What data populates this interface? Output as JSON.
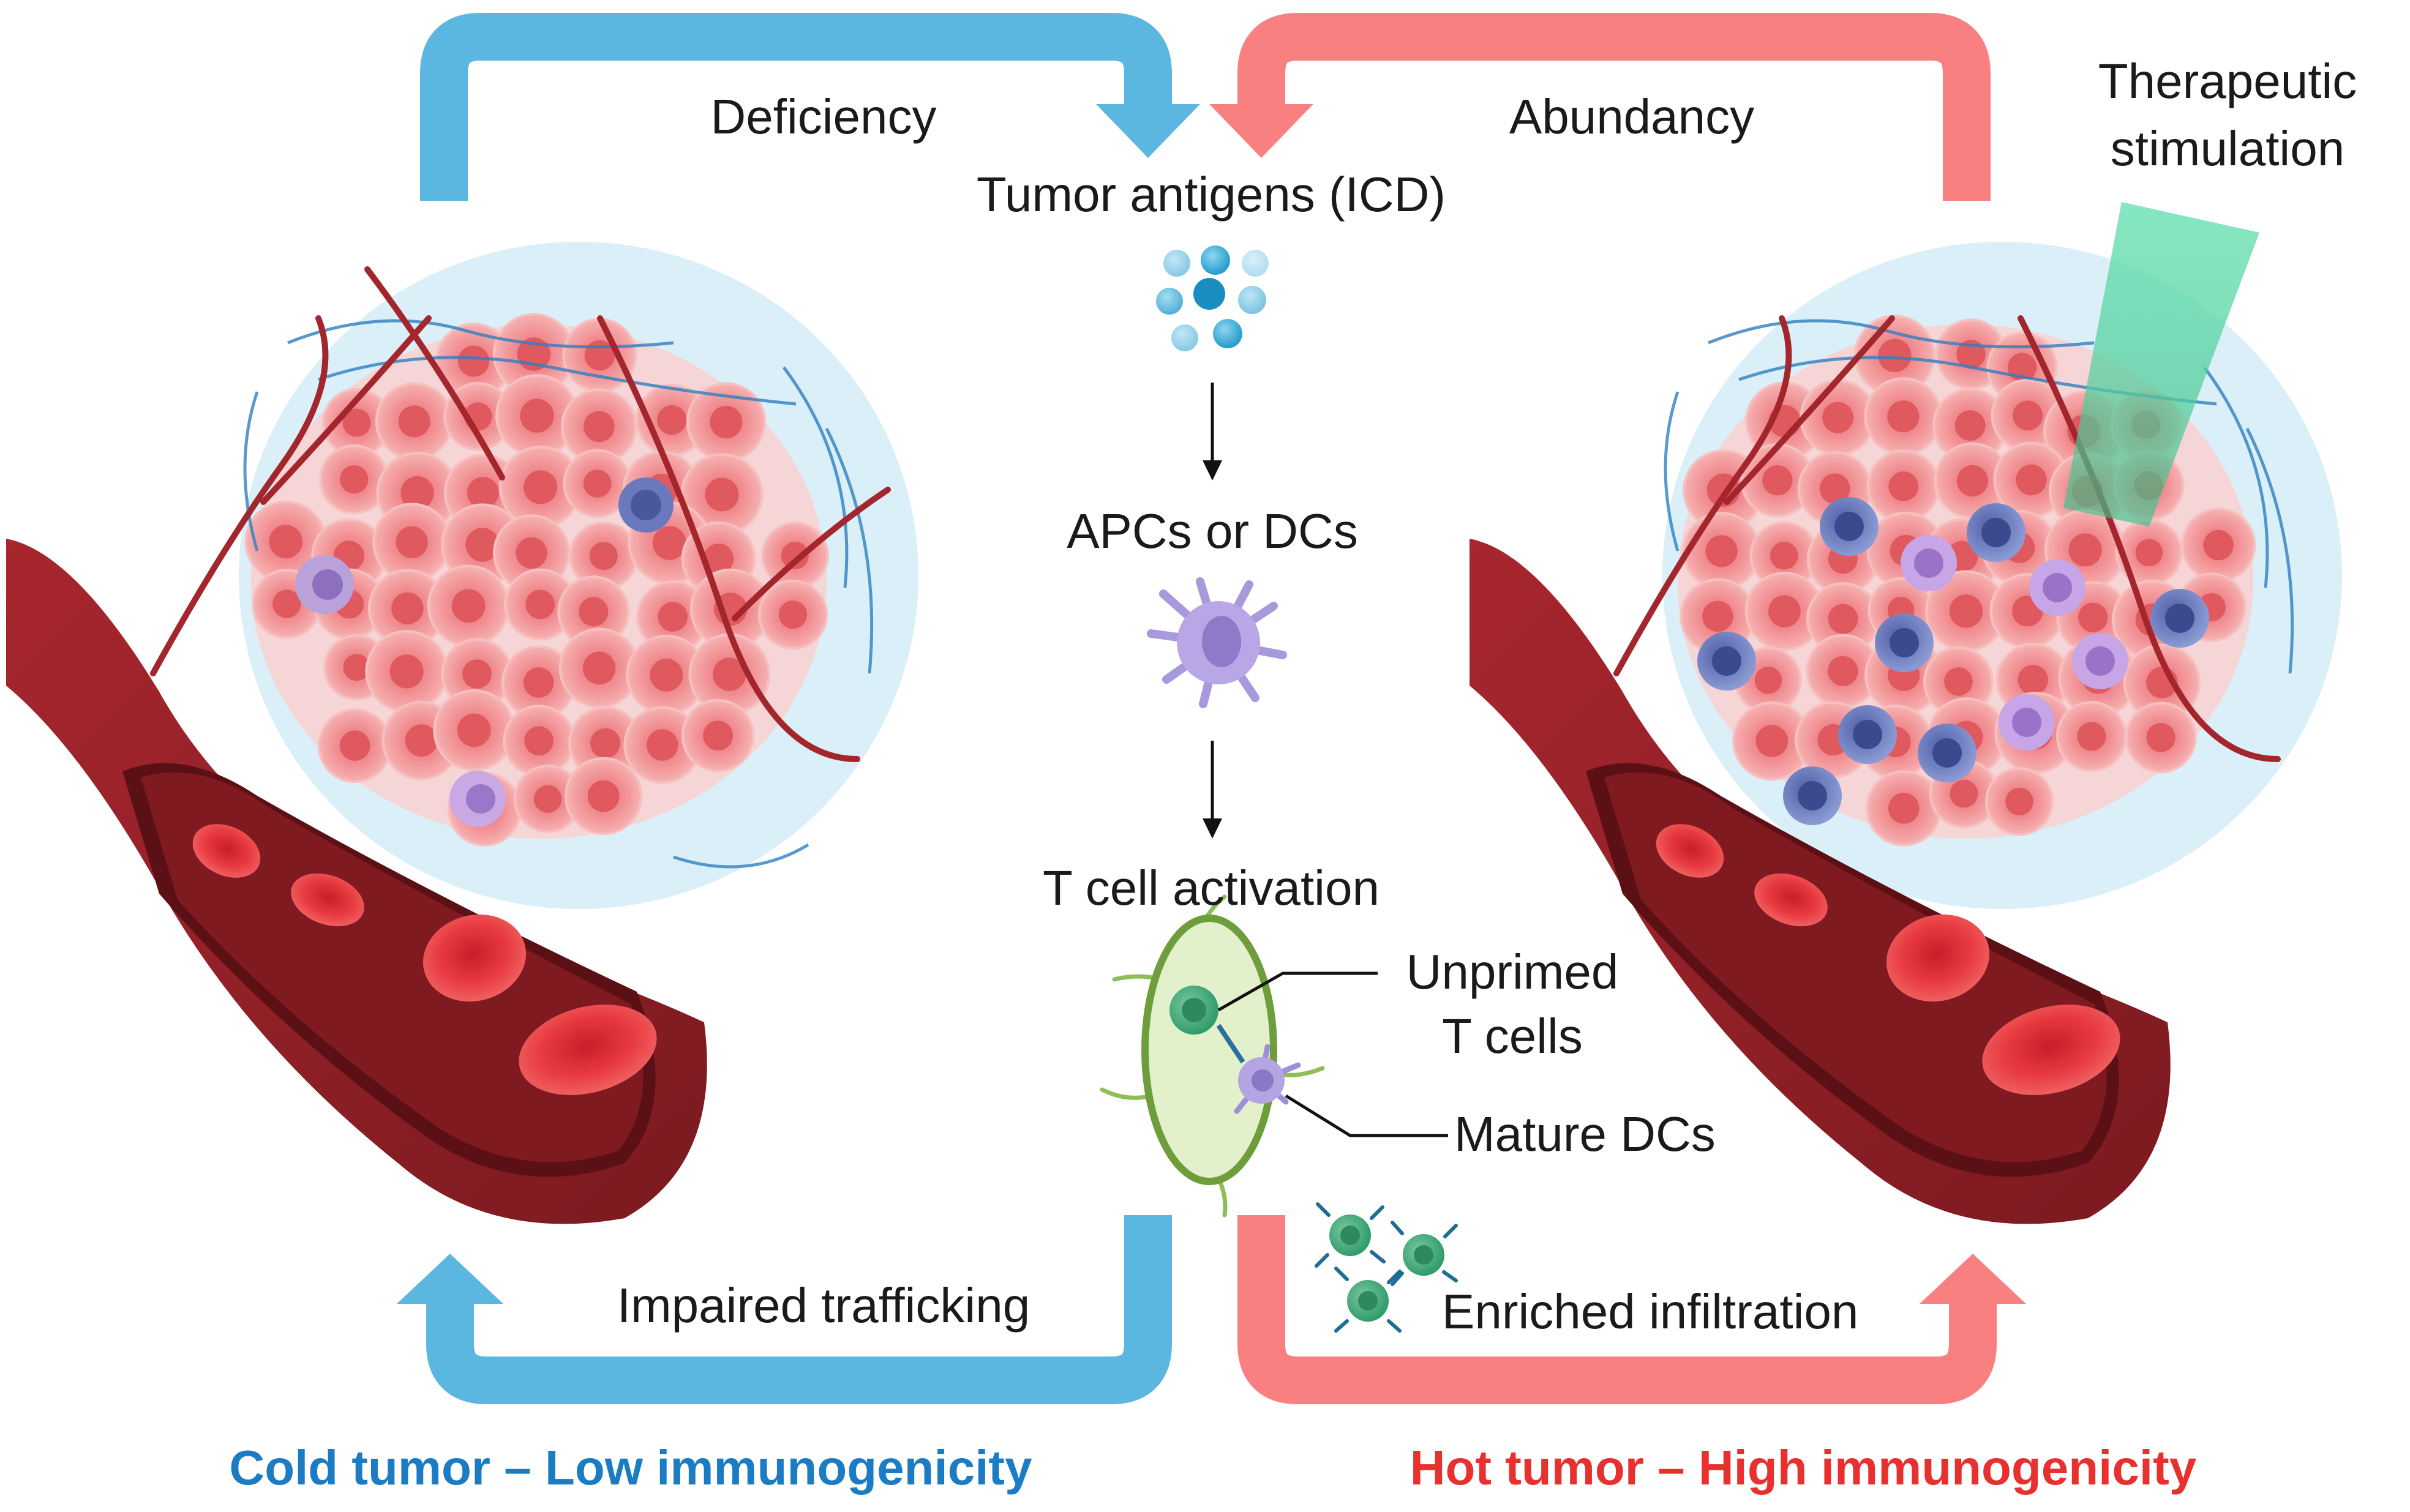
{
  "labels": {
    "deficiency": "Deficiency",
    "abundancy": "Abundancy",
    "therapeutic_line1": "Therapeutic",
    "therapeutic_line2": "stimulation",
    "tumor_antigens": "Tumor antigens (ICD)",
    "apcs": "APCs or DCs",
    "t_cell_activation": "T cell activation",
    "unprimed_line1": "Unprimed",
    "unprimed_line2": "T cells",
    "mature_dcs": "Mature DCs",
    "impaired_trafficking": "Impaired trafficking",
    "enriched_infiltration": "Enriched infiltration",
    "cold_tumor": "Cold tumor – Low immunogenicity",
    "hot_tumor": "Hot tumor – High immunogenicity"
  },
  "colors": {
    "cold_blue": "#5BB6E0",
    "hot_red": "#F98080",
    "cold_title": "#1B7CC4",
    "hot_title": "#E8312F",
    "tumor_cell": "#F29A9A",
    "vessel": "#8E1F26",
    "apc_purple": "#B8A6E6",
    "lymph_green": "#8DBF56",
    "beam_green": "#5FD8A8"
  }
}
